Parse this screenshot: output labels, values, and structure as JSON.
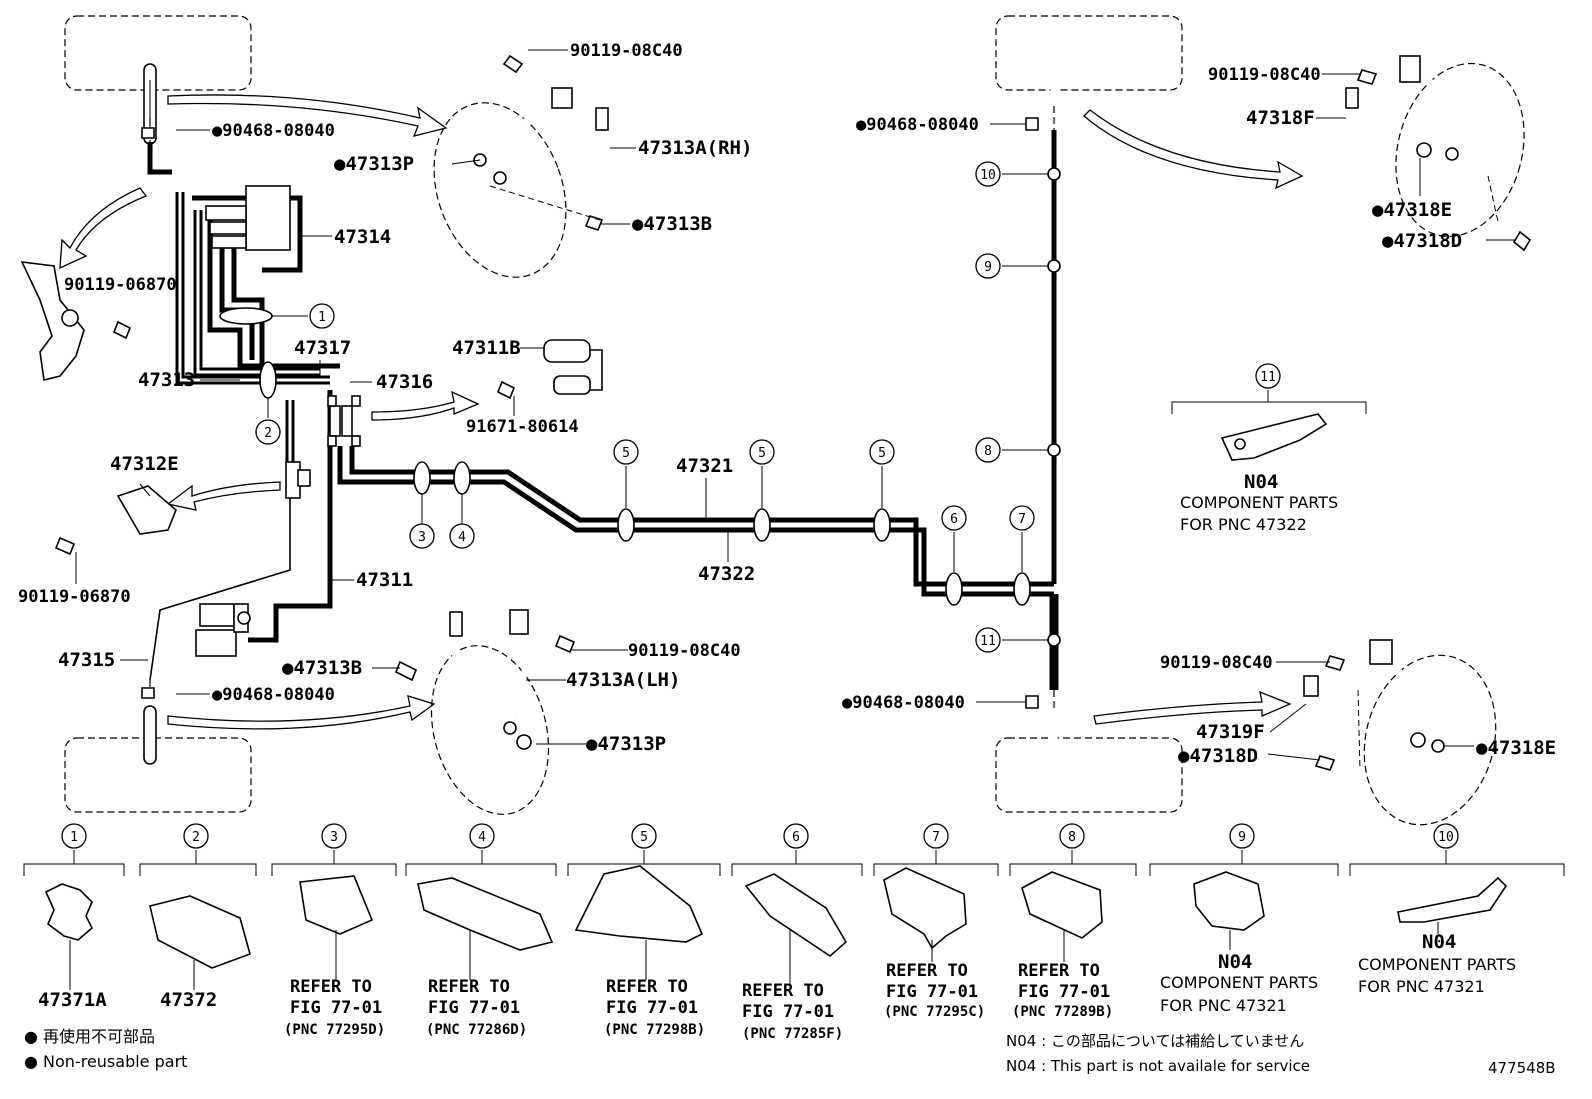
{
  "labels": {
    "p90119_08C40_a": "90119-08C40",
    "p90468_a": "●90468-08040",
    "p47313P_a": "●47313P",
    "p47313A_RH": "47313A(RH)",
    "p47313B_a": "●47313B",
    "p47314": "47314",
    "p90119_06870_a": "90119-06870",
    "c1": "1",
    "p47313": "47313",
    "p47317": "47317",
    "p47316": "47316",
    "p47311B": "47311B",
    "p91671": "91671-80614",
    "c2": "2",
    "p47312E": "47312E",
    "p90119_06870_b": "90119-06870",
    "c3": "3",
    "c4": "4",
    "p47311": "47311",
    "p47315": "47315",
    "p47313B_b": "●47313B",
    "p90468_b": "●90468-08040",
    "p90119_08C40_b": "90119-08C40",
    "p47313A_LH": "47313A(LH)",
    "p47313P_b": "●47313P",
    "c5a": "5",
    "c5b": "5",
    "c5c": "5",
    "p47321": "47321",
    "p47322": "47322",
    "c6": "6",
    "c7": "7",
    "c10": "10",
    "c9": "9",
    "c8": "8",
    "c11": "11",
    "p90468_c": "●90468-08040",
    "p90468_d": "●90468-08040",
    "p90119_08C40_c": "90119-08C40",
    "p47318F": "47318F",
    "p47318E_a": "●47318E",
    "p47318D_a": "●47318D",
    "c11b": "11",
    "n04_a": "N04",
    "cp_a1": "COMPONENT PARTS",
    "cp_a2": "FOR PNC 47322",
    "p90119_08C40_d": "90119-08C40",
    "p47319F": "47319F",
    "p47318D_b": "●47318D",
    "p47318E_b": "●47318E"
  },
  "bottom": {
    "k1": {
      "num": "1",
      "label": "47371A"
    },
    "k2": {
      "num": "2",
      "label": "47372"
    },
    "k3": {
      "num": "3",
      "line1": "REFER TO",
      "line2": "FIG 77-01",
      "line3": "(PNC 77295D)"
    },
    "k4": {
      "num": "4",
      "line1": "REFER TO",
      "line2": "FIG 77-01",
      "line3": "(PNC 77286D)"
    },
    "k5": {
      "num": "5",
      "line1": "REFER TO",
      "line2": "FIG 77-01",
      "line3": "(PNC 77298B)"
    },
    "k6": {
      "num": "6",
      "line1": "REFER TO",
      "line2": "FIG 77-01",
      "line3": "(PNC 77285F)"
    },
    "k7": {
      "num": "7",
      "line1": "REFER TO",
      "line2": "FIG 77-01",
      "line3": "(PNC 77295C)"
    },
    "k8": {
      "num": "8",
      "line1": "REFER TO",
      "line2": "FIG 77-01",
      "line3": "(PNC 77289B)"
    },
    "k9": {
      "num": "9",
      "n04": "N04",
      "line1": "COMPONENT PARTS",
      "line2": "FOR PNC 47321"
    },
    "k10": {
      "num": "10",
      "n04": "N04",
      "line1": "COMPONENT PARTS",
      "line2": "FOR PNC 47321"
    }
  },
  "notes": {
    "jp_nonreuse": "● 再使用不可部品",
    "en_nonreuse": "● Non-reusable part",
    "jp_n04": "N04 : この部品については補給していません",
    "en_n04": "N04 : This part is not availale for service",
    "figure_id": "477548B"
  }
}
